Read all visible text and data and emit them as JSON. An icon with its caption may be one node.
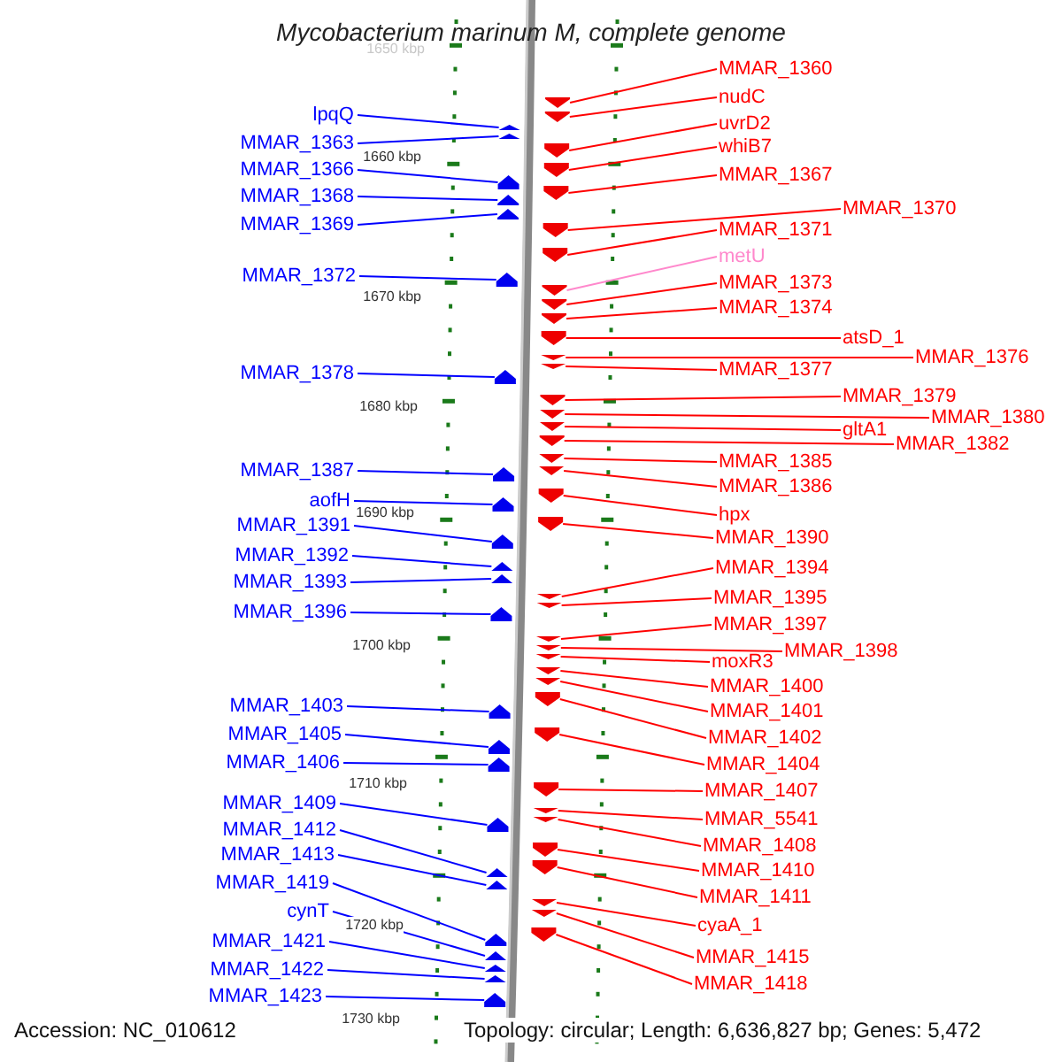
{
  "diagram": {
    "title": "Mycobacterium marinum M, complete genome",
    "nodes": [
      {
        "text": [
          "lpqQ"
        ]
      },
      {
        "text": [
          "MMAR_1363"
        ]
      },
      {
        "text": [
          "MMAR_1366"
        ]
      },
      {
        "text": [
          "MMAR_1368"
        ]
      },
      {
        "text": [
          "MMAR_1369"
        ]
      },
      {
        "text": [
          "MMAR_1372"
        ]
      },
      {
        "text": [
          "MMAR_1378"
        ]
      },
      {
        "text": [
          "MMAR_1387"
        ]
      },
      {
        "text": [
          "aofH"
        ]
      },
      {
        "text": [
          "MMAR_1391"
        ]
      },
      {
        "text": [
          "MMAR_1392"
        ]
      },
      {
        "text": [
          "MMAR_1393"
        ]
      },
      {
        "text": [
          "MMAR_1396"
        ]
      },
      {
        "text": [
          "MMAR_1403"
        ]
      },
      {
        "text": [
          "MMAR_1405"
        ]
      },
      {
        "text": [
          "MMAR_1406"
        ]
      },
      {
        "text": [
          "MMAR_1409"
        ]
      },
      {
        "text": [
          "MMAR_1412"
        ]
      },
      {
        "text": [
          "MMAR_1413"
        ]
      },
      {
        "text": [
          "MMAR_1419"
        ]
      },
      {
        "text": [
          "cynT"
        ]
      },
      {
        "text": [
          "MMAR_1421"
        ]
      },
      {
        "text": [
          "MMAR_1422"
        ]
      },
      {
        "text": [
          "MMAR_1423"
        ]
      },
      {
        "text": [
          "MMAR_1360"
        ]
      },
      {
        "text": [
          "nudC"
        ]
      },
      {
        "text": [
          "uvrD2"
        ]
      },
      {
        "text": [
          "whiB7"
        ]
      },
      {
        "text": [
          "MMAR_1367"
        ]
      },
      {
        "text": [
          "MMAR_1370"
        ]
      },
      {
        "text": [
          "MMAR_1371"
        ]
      },
      {
        "text": [
          "metU"
        ]
      },
      {
        "text": [
          "MMAR_1373"
        ]
      },
      {
        "text": [
          "MMAR_1374"
        ]
      },
      {
        "text": [
          "atsD_1"
        ]
      },
      {
        "text": [
          "MMAR_1376"
        ]
      },
      {
        "text": [
          "MMAR_1377"
        ]
      },
      {
        "text": [
          "MMAR_1379"
        ]
      },
      {
        "text": [
          "MMAR_1380"
        ]
      },
      {
        "text": [
          "gltA1"
        ]
      },
      {
        "text": [
          "MMAR_1382"
        ]
      },
      {
        "text": [
          "MMAR_1385"
        ]
      },
      {
        "text": [
          "MMAR_1386"
        ]
      },
      {
        "text": [
          "hpx"
        ]
      },
      {
        "text": [
          "MMAR_1390"
        ]
      },
      {
        "text": [
          "MMAR_1394"
        ]
      },
      {
        "text": [
          "MMAR_1395"
        ]
      },
      {
        "text": [
          "MMAR_1397"
        ]
      },
      {
        "text": [
          "MMAR_1398"
        ]
      },
      {
        "text": [
          "moxR3"
        ]
      },
      {
        "text": [
          "MMAR_1400"
        ]
      },
      {
        "text": [
          "MMAR_1401"
        ]
      },
      {
        "text": [
          "MMAR_1402"
        ]
      },
      {
        "text": [
          "MMAR_1404"
        ]
      },
      {
        "text": [
          "MMAR_1407"
        ]
      },
      {
        "text": [
          "MMAR_5541"
        ]
      },
      {
        "text": [
          "MMAR_1408"
        ]
      },
      {
        "text": [
          "MMAR_1410"
        ]
      },
      {
        "text": [
          "MMAR_1411"
        ]
      },
      {
        "text": [
          "cyaA_1"
        ]
      },
      {
        "text": [
          "MMAR_1415"
        ]
      },
      {
        "text": [
          "MMAR_1418"
        ]
      },
      {
        "text": [],
        "shape": "arrow"
      },
      {
        "text": [],
        "shape": "arrow"
      },
      {
        "text": [],
        "shape": "arrow"
      },
      {
        "text": [],
        "shape": "arrow"
      },
      {
        "text": [],
        "shape": "arrow"
      },
      {
        "text": [],
        "shape": "arrow"
      },
      {
        "text": [],
        "shape": "arrow"
      },
      {
        "text": [],
        "shape": "arrow"
      },
      {
        "text": [],
        "shape": "arrow"
      },
      {
        "text": [],
        "shape": "arrow"
      },
      {
        "text": [],
        "shape": "arrow"
      },
      {
        "text": [],
        "shape": "arrow"
      },
      {
        "text": [],
        "shape": "arrow"
      },
      {
        "text": [],
        "shape": "arrow"
      },
      {
        "text": [],
        "shape": "arrow"
      },
      {
        "text": [],
        "shape": "arrow"
      },
      {
        "text": [],
        "shape": "arrow"
      },
      {
        "text": [],
        "shape": "arrow"
      },
      {
        "text": [],
        "shape": "arrow"
      },
      {
        "text": [],
        "shape": "arrow"
      },
      {
        "text": [],
        "shape": "arrow"
      },
      {
        "text": [],
        "shape": "arrow"
      },
      {
        "text": [],
        "shape": "arrow"
      },
      {
        "text": [],
        "shape": "arrow"
      },
      {
        "text": [],
        "shape": "arrow"
      },
      {
        "text": [],
        "shape": "arrow"
      },
      {
        "text": [],
        "shape": "arrow"
      },
      {
        "text": [],
        "shape": "arrow"
      },
      {
        "text": [],
        "shape": "arrow"
      },
      {
        "text": [],
        "shape": "arrow"
      },
      {
        "text": [],
        "shape": "arrow"
      },
      {
        "text": [],
        "shape": "arrow"
      },
      {
        "text": [],
        "shape": "arrow"
      },
      {
        "text": [],
        "shape": "arrow"
      },
      {
        "text": [],
        "shape": "arrow"
      },
      {
        "text": [],
        "shape": "arrow"
      },
      {
        "text": [],
        "shape": "arrow"
      },
      {
        "text": [],
        "shape": "arrow"
      },
      {
        "text": [],
        "shape": "arrow"
      },
      {
        "text": [],
        "shape": "arrow"
      },
      {
        "text": [],
        "shape": "arrow"
      },
      {
        "text": [],
        "shape": "arrow"
      },
      {
        "text": [],
        "shape": "arrow"
      },
      {
        "text": [],
        "shape": "arrow"
      },
      {
        "text": [],
        "shape": "arrow"
      },
      {
        "text": [],
        "shape": "arrow"
      },
      {
        "text": [],
        "shape": "arrow"
      },
      {
        "text": [],
        "shape": "arrow"
      },
      {
        "text": [],
        "shape": "arrow"
      },
      {
        "text": [],
        "shape": "arrow"
      },
      {
        "text": [],
        "shape": "arrow"
      },
      {
        "text": [],
        "shape": "arrow"
      },
      {
        "text": [],
        "shape": "arrow"
      },
      {
        "text": [],
        "shape": "arrow"
      },
      {
        "text": [],
        "shape": "arrow"
      },
      {
        "text": [],
        "shape": "arrow"
      },
      {
        "text": [],
        "shape": "arrow"
      },
      {
        "text": [],
        "shape": "arrow"
      },
      {
        "text": [],
        "shape": "arrow"
      },
      {
        "text": [],
        "shape": "arrow"
      },
      {
        "text": [],
        "shape": "arrow"
      },
      {
        "text": [],
        "shape": "arrow"
      }
    ],
    "edges": [
      {
        "from": 0,
        "to": 62,
        "arrow": "none",
        "color": "#0000ff"
      },
      {
        "from": 1,
        "to": 63,
        "arrow": "none",
        "color": "#0000ff"
      },
      {
        "from": 2,
        "to": 64,
        "arrow": "none",
        "color": "#0000ff"
      },
      {
        "from": 3,
        "to": 65,
        "arrow": "none",
        "color": "#0000ff"
      },
      {
        "from": 4,
        "to": 66,
        "arrow": "none",
        "color": "#0000ff"
      },
      {
        "from": 5,
        "to": 67,
        "arrow": "none",
        "color": "#0000ff"
      },
      {
        "from": 6,
        "to": 68,
        "arrow": "none",
        "color": "#0000ff"
      },
      {
        "from": 7,
        "to": 69,
        "arrow": "none",
        "color": "#0000ff"
      },
      {
        "from": 8,
        "to": 70,
        "arrow": "none",
        "color": "#0000ff"
      },
      {
        "from": 9,
        "to": 71,
        "arrow": "none",
        "color": "#0000ff"
      },
      {
        "from": 10,
        "to": 72,
        "arrow": "none",
        "color": "#0000ff"
      },
      {
        "from": 11,
        "to": 73,
        "arrow": "none",
        "color": "#0000ff"
      },
      {
        "from": 12,
        "to": 74,
        "arrow": "none",
        "color": "#0000ff"
      },
      {
        "from": 13,
        "to": 75,
        "arrow": "none",
        "color": "#0000ff"
      },
      {
        "from": 14,
        "to": 76,
        "arrow": "none",
        "color": "#0000ff"
      },
      {
        "from": 15,
        "to": 77,
        "arrow": "none",
        "color": "#0000ff"
      },
      {
        "from": 16,
        "to": 78,
        "arrow": "none",
        "color": "#0000ff"
      },
      {
        "from": 17,
        "to": 79,
        "arrow": "none",
        "color": "#0000ff"
      },
      {
        "from": 18,
        "to": 80,
        "arrow": "none",
        "color": "#0000ff"
      },
      {
        "from": 19,
        "to": 81,
        "arrow": "none",
        "color": "#0000ff"
      },
      {
        "from": 20,
        "to": 82,
        "arrow": "none",
        "color": "#0000ff"
      },
      {
        "from": 21,
        "to": 83,
        "arrow": "none",
        "color": "#0000ff"
      },
      {
        "from": 22,
        "to": 84,
        "arrow": "none",
        "color": "#0000ff"
      },
      {
        "from": 23,
        "to": 85,
        "arrow": "none",
        "color": "#0000ff"
      },
      {
        "from": 24,
        "to": 86,
        "arrow": "none"
      },
      {
        "from": 25,
        "to": 87,
        "arrow": "none"
      },
      {
        "from": 26,
        "to": 88,
        "arrow": "none"
      },
      {
        "from": 27,
        "to": 89,
        "arrow": "none"
      },
      {
        "from": 28,
        "to": 90,
        "arrow": "none"
      },
      {
        "from": 29,
        "to": 91,
        "arrow": "none"
      },
      {
        "from": 30,
        "to": 92,
        "arrow": "none"
      },
      {
        "from": 31,
        "to": 93,
        "arrow": "none",
        "color": "#ff88cc"
      },
      {
        "from": 32,
        "to": 94,
        "arrow": "none"
      },
      {
        "from": 33,
        "to": 95,
        "arrow": "none"
      },
      {
        "from": 34,
        "to": 96,
        "arrow": "none"
      },
      {
        "from": 35,
        "to": 97,
        "arrow": "none"
      },
      {
        "from": 36,
        "to": 98,
        "arrow": "none"
      },
      {
        "from": 37,
        "to": 99,
        "arrow": "none"
      },
      {
        "from": 38,
        "to": 100,
        "arrow": "none"
      },
      {
        "from": 39,
        "to": 101,
        "arrow": "none"
      },
      {
        "from": 40,
        "to": 102,
        "arrow": "none"
      },
      {
        "from": 41,
        "to": 103,
        "arrow": "none"
      },
      {
        "from": 42,
        "to": 104,
        "arrow": "none"
      },
      {
        "from": 43,
        "to": 105,
        "arrow": "none"
      },
      {
        "from": 44,
        "to": 106,
        "arrow": "none"
      },
      {
        "from": 45,
        "to": 107,
        "arrow": "none"
      },
      {
        "from": 46,
        "to": 108,
        "arrow": "none"
      },
      {
        "from": 47,
        "to": 109,
        "arrow": "none"
      },
      {
        "from": 48,
        "to": 110,
        "arrow": "none"
      },
      {
        "from": 49,
        "to": 111,
        "arrow": "none"
      },
      {
        "from": 50,
        "to": 112,
        "arrow": "none"
      },
      {
        "from": 51,
        "to": 113,
        "arrow": "none"
      },
      {
        "from": 52,
        "to": 114,
        "arrow": "none"
      },
      {
        "from": 53,
        "to": 115,
        "arrow": "none"
      },
      {
        "from": 54,
        "to": 116,
        "arrow": "none"
      },
      {
        "from": 55,
        "to": 117,
        "arrow": "none"
      },
      {
        "from": 56,
        "to": 118,
        "arrow": "none"
      },
      {
        "from": 57,
        "to": 119,
        "arrow": "none"
      },
      {
        "from": 58,
        "to": 120,
        "arrow": "none"
      },
      {
        "from": 59,
        "to": 121,
        "arrow": "none"
      },
      {
        "from": 60,
        "to": 122,
        "arrow": "none"
      },
      {
        "from": 61,
        "to": 123,
        "arrow": "none"
      }
    ],
    "labels": [
      "1650 kbp",
      "1660 kbp",
      "1670 kbp",
      "1680 kbp",
      "1690 kbp",
      "1700 kbp",
      "1710 kbp",
      "1720 kbp",
      "1730 kbp",
      "Accession: NC_010612",
      "Topology: circular; Length: 6,636,827 bp; Genes: 5,472"
    ]
  }
}
